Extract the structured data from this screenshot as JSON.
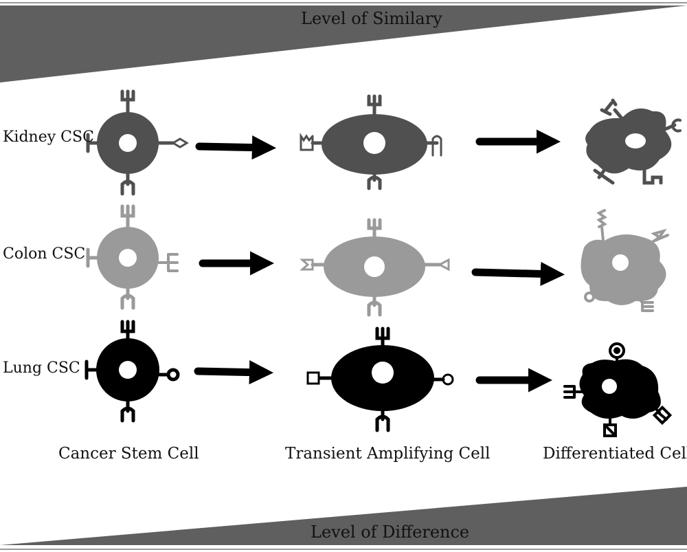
{
  "banners": {
    "top": "Level of Similary",
    "bottom": "Level of Difference"
  },
  "rows": [
    {
      "label": "Kidney CSC",
      "color": "#505050"
    },
    {
      "label": "Colon CSC",
      "color": "#9a9a9a"
    },
    {
      "label": "Lung CSC",
      "color": "#000000"
    }
  ],
  "columns": [
    "Cancer Stem Cell",
    "Transient Amplifying Cell",
    "Differentiated Cell"
  ]
}
